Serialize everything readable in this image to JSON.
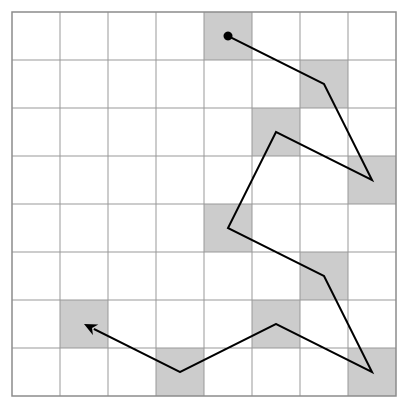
{
  "grid": {
    "rows": 8,
    "cols": 8,
    "line_color": "#999999",
    "border_color": "#8c8c8c",
    "cell_color": "#ffffff",
    "highlight_color": "#cccccc",
    "highlighted_cells": [
      [
        4,
        0
      ],
      [
        6,
        1
      ],
      [
        5,
        2
      ],
      [
        7,
        3
      ],
      [
        4,
        4
      ],
      [
        6,
        5
      ],
      [
        1,
        6
      ],
      [
        5,
        6
      ],
      [
        3,
        7
      ],
      [
        7,
        7
      ]
    ]
  },
  "path": {
    "color": "#000000",
    "start": [
      4.5,
      0.5
    ],
    "vertices": [
      [
        4.5,
        0.5
      ],
      [
        6.5,
        1.5
      ],
      [
        7.5,
        3.5
      ],
      [
        5.5,
        2.5
      ],
      [
        4.5,
        4.5
      ],
      [
        6.5,
        5.5
      ],
      [
        7.5,
        7.5
      ],
      [
        5.5,
        6.5
      ],
      [
        3.5,
        7.5
      ],
      [
        1.5,
        6.5
      ]
    ],
    "start_marker": "dot",
    "end_marker": "arrowhead"
  }
}
